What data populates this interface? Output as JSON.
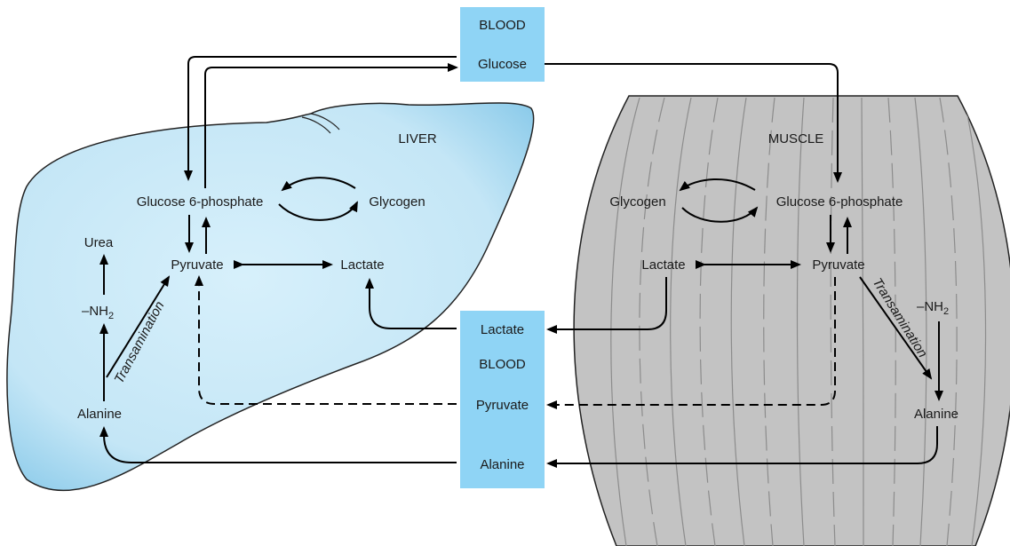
{
  "blood_top": {
    "title": "BLOOD",
    "glucose": "Glucose"
  },
  "blood_bottom": {
    "lactate": "Lactate",
    "title": "BLOOD",
    "pyruvate": "Pyruvate",
    "alanine": "Alanine"
  },
  "liver": {
    "title": "LIVER",
    "glucose6p": "Glucose 6-phosphate",
    "glycogen": "Glycogen",
    "urea": "Urea",
    "pyruvate": "Pyruvate",
    "lactate": "Lactate",
    "nh2": "–NH",
    "nh2_sub": "2",
    "transamination": "Transamination",
    "alanine": "Alanine"
  },
  "muscle": {
    "title": "MUSCLE",
    "glycogen": "Glycogen",
    "glucose6p": "Glucose 6-phosphate",
    "lactate": "Lactate",
    "pyruvate": "Pyruvate",
    "transamination": "Transamination",
    "nh2": "–NH",
    "nh2_sub": "2",
    "alanine": "Alanine"
  },
  "colors": {
    "liver_fill": "#cdeaf7",
    "liver_edge": "#7dbfe0",
    "blood_box": "#8fd4f5",
    "muscle_fill": "#c3c3c3"
  }
}
